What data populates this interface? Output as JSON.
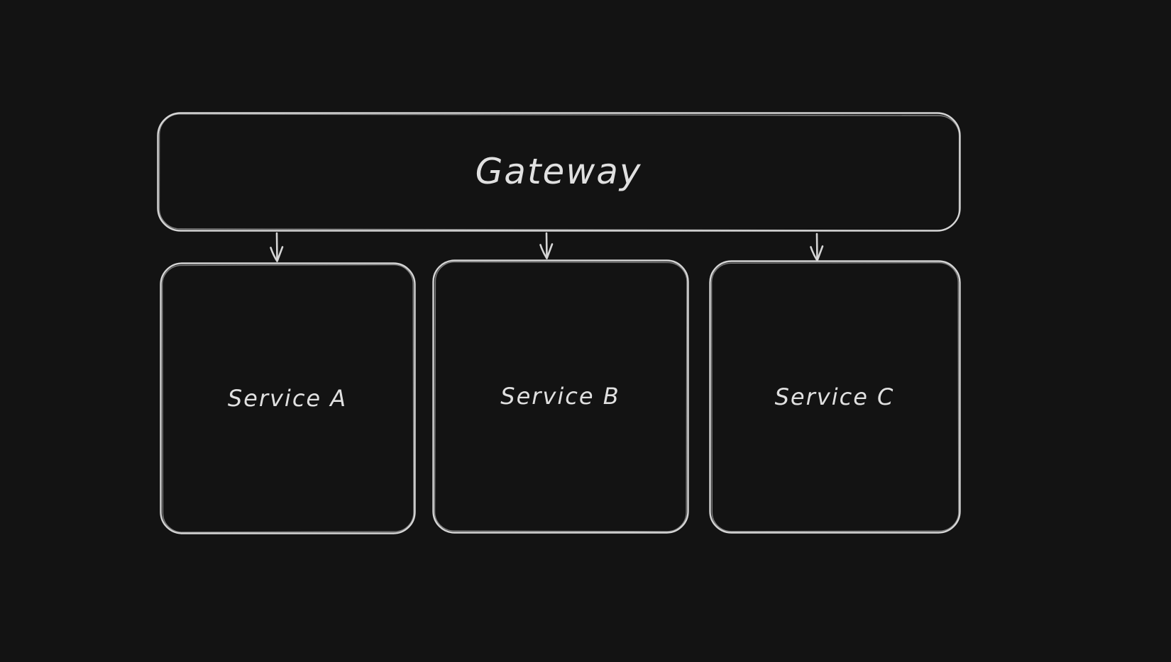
{
  "diagram": {
    "background_color": "#131313",
    "stroke_color": "#d5d5d5",
    "text_color": "#e0e0e0",
    "nodes": [
      {
        "id": "gateway",
        "label": "Gateway"
      },
      {
        "id": "service-a",
        "label": "Service A"
      },
      {
        "id": "service-b",
        "label": "Service B"
      },
      {
        "id": "service-c",
        "label": "Service C"
      }
    ],
    "edges": [
      {
        "from": "gateway",
        "to": "service-a",
        "type": "arrow"
      },
      {
        "from": "gateway",
        "to": "service-b",
        "type": "arrow"
      },
      {
        "from": "gateway",
        "to": "service-c",
        "type": "arrow"
      }
    ]
  }
}
